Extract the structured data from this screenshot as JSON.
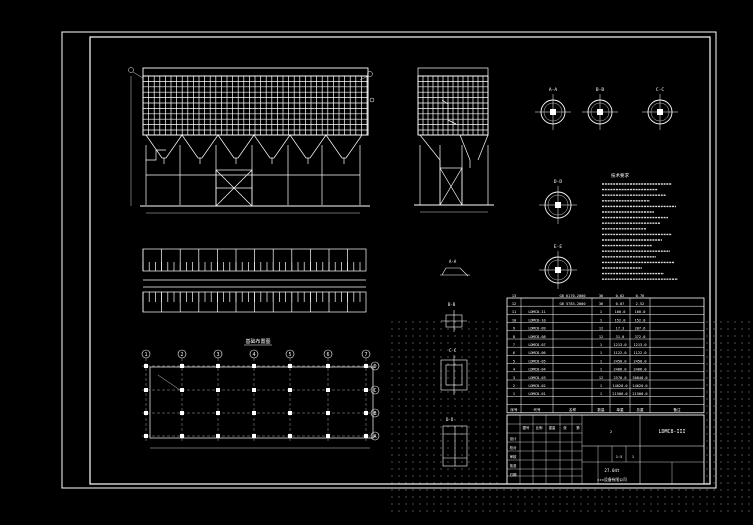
{
  "drawing": {
    "title_block": {
      "drawing_no": "LDMC8-III",
      "scale_value": "1:5",
      "sheet_value": "2",
      "sheet_total": "1",
      "total_weight": "27.04t",
      "cells": [
        "设计",
        "校对",
        "审核",
        "批准",
        "日期",
        "图号",
        "比例",
        "重量",
        "张",
        "第"
      ],
      "org": "×××设备有限公司"
    },
    "bom_header": [
      "序号",
      "代号",
      "名称",
      "数量",
      "单重",
      "总重",
      "备注"
    ],
    "bom_rows": [
      {
        "no": "13",
        "code": "",
        "name": "GB 6170-2000",
        "qty": "36",
        "unit": "0.02",
        "total": "0.76"
      },
      {
        "no": "12",
        "code": "",
        "name": "GB 5783-2000",
        "qty": "36",
        "unit": "0.07",
        "total": "2.52"
      },
      {
        "no": "11",
        "code": "LDMC8-11",
        "name": "",
        "qty": "1",
        "unit": "160.0",
        "total": "160.0"
      },
      {
        "no": "10",
        "code": "LDMC8-10",
        "name": "",
        "qty": "1",
        "unit": "152.0",
        "total": "152.0"
      },
      {
        "no": "9",
        "code": "LDMC8-09",
        "name": "",
        "qty": "12",
        "unit": "17.3",
        "total": "207.6"
      },
      {
        "no": "8",
        "code": "LDMC8-08",
        "name": "",
        "qty": "12",
        "unit": "31.0",
        "total": "372.0"
      },
      {
        "no": "7",
        "code": "LDMC8-07",
        "name": "",
        "qty": "1",
        "unit": "1213.0",
        "total": "1213.0"
      },
      {
        "no": "6",
        "code": "LDMC8-06",
        "name": "",
        "qty": "1",
        "unit": "1122.0",
        "total": "1122.0"
      },
      {
        "no": "5",
        "code": "LDMC8-05",
        "name": "",
        "qty": "1",
        "unit": "2450.0",
        "total": "2450.0"
      },
      {
        "no": "4",
        "code": "LDMC8-04",
        "name": "",
        "qty": "1",
        "unit": "2466.0",
        "total": "2466.0"
      },
      {
        "no": "3",
        "code": "LDMC8-03",
        "name": "",
        "qty": "12",
        "unit": "2570.0",
        "total": "30840.0"
      },
      {
        "no": "2",
        "code": "LDMC8-02",
        "name": "",
        "qty": "1",
        "unit": "14620.0",
        "total": "14620.0"
      },
      {
        "no": "1",
        "code": "LDMC8-01",
        "name": "",
        "qty": "1",
        "unit": "21500.0",
        "total": "21500.0"
      }
    ],
    "notes_title": "技术要求",
    "section_labels": [
      "A-A",
      "B-B",
      "C-C",
      "D-D",
      "E-E"
    ],
    "plan_title": "基础布置图",
    "grid_numbers": [
      "1",
      "2",
      "3",
      "4",
      "5",
      "6",
      "7"
    ],
    "grid_letters": [
      "A",
      "B",
      "C",
      "D"
    ],
    "colors": {
      "background": "#000000",
      "line": "#ffffff",
      "accent": "#ff3030",
      "dim": "#cfcfcf"
    }
  }
}
